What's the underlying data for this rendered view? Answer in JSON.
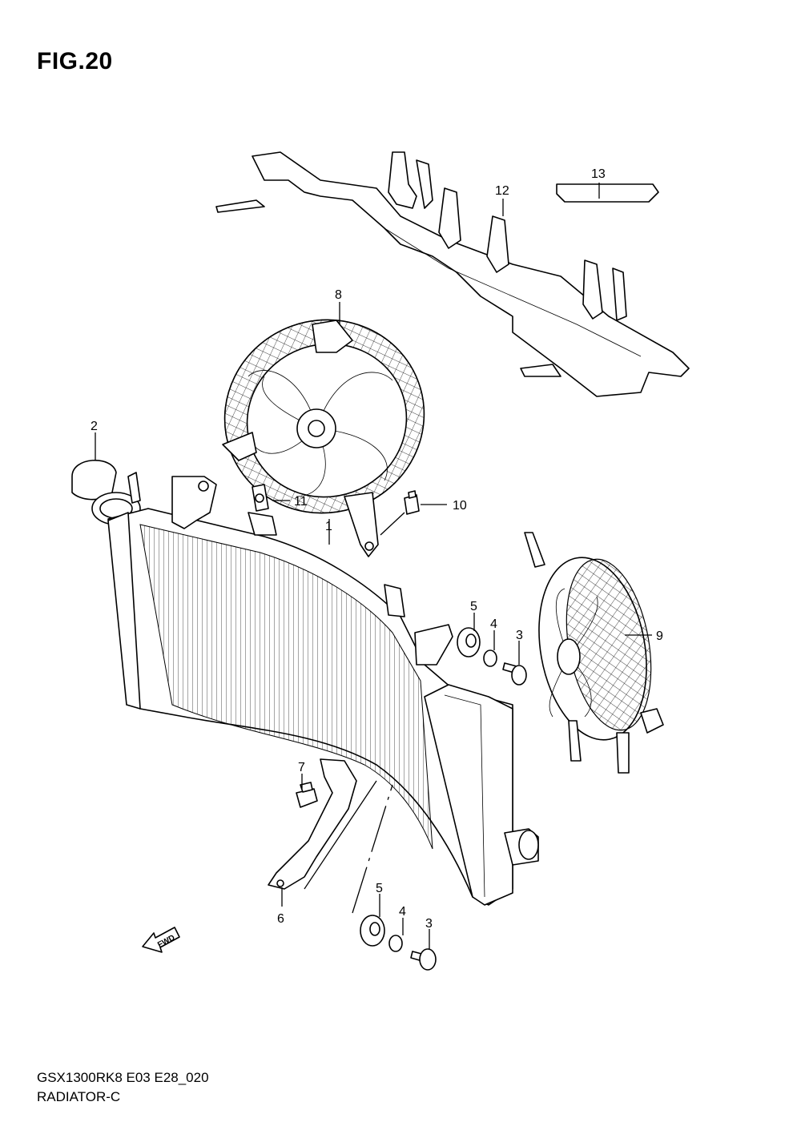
{
  "figure": {
    "title": "FIG.20"
  },
  "footer": {
    "model_code": "GSX1300RK8 E03 E28_020",
    "diagram_name": "RADIATOR-C"
  },
  "fwd_label": "FWD",
  "callouts": {
    "c1": "1",
    "c2": "2",
    "c3a": "3",
    "c3b": "3",
    "c4a": "4",
    "c4b": "4",
    "c5a": "5",
    "c5b": "5",
    "c6": "6",
    "c7": "7",
    "c8": "8",
    "c9": "9",
    "c10": "10",
    "c11": "11",
    "c12": "12",
    "c13": "13"
  }
}
